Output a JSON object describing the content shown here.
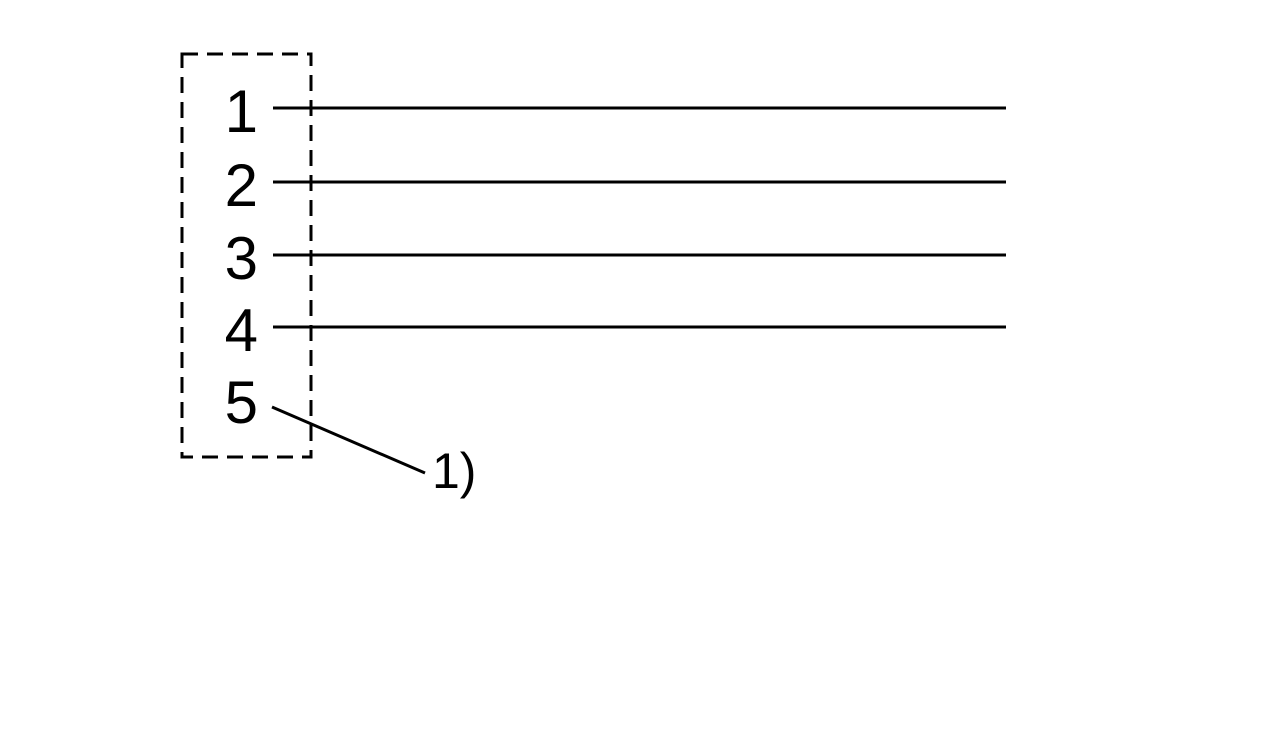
{
  "pins": [
    {
      "label": "1",
      "wired": true
    },
    {
      "label": "2",
      "wired": true
    },
    {
      "label": "3",
      "wired": true
    },
    {
      "label": "4",
      "wired": true
    },
    {
      "label": "5",
      "wired": false
    }
  ],
  "note": {
    "label": "1)"
  },
  "colors": {
    "line": "#000000",
    "background": "#ffffff"
  }
}
